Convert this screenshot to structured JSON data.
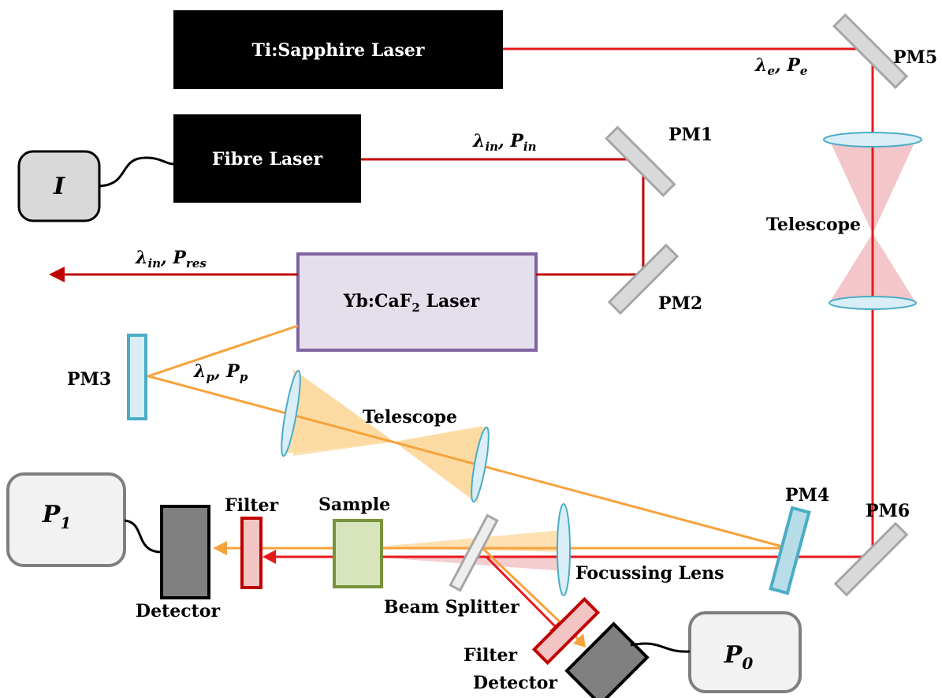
{
  "diagram": {
    "ti_sapphire_laser": "Ti:Sapphire Laser",
    "fibre_laser": "Fibre Laser",
    "yb_laser_main": "Yb:CaF",
    "yb_laser_sub": "2",
    "yb_laser_tail": " Laser",
    "current_meter": "I",
    "power_meter_1": {
      "main": "P",
      "sub": "1"
    },
    "power_meter_0": {
      "main": "P",
      "sub": "0"
    },
    "mirrors": {
      "pm1": "PM1",
      "pm2": "PM2",
      "pm3": "PM3",
      "pm4": "PM4",
      "pm5": "PM5",
      "pm6": "PM6"
    },
    "telescope_vertical": "Telescope",
    "telescope_diagonal": "Telescope",
    "sample": "Sample",
    "filter_left": "Filter",
    "filter_bottom": "Filter",
    "detector_left": "Detector",
    "detector_bottom": "Detector",
    "beam_splitter": "Beam Splitter",
    "focussing_lens": "Focussing Lens",
    "beam_labels": {
      "lambda": "λ",
      "sep": ", ",
      "p": "P",
      "e_sub": "e",
      "in_sub": "in",
      "res_sub": "res",
      "p_sub": "p"
    },
    "colors": {
      "red_beam": "#e8191c",
      "dark_red_beam": "#c00000",
      "orange_beam": "#f7a23c",
      "purple_border": "#8064a2",
      "lens_fill": "#d9eef6",
      "lens_stroke": "#4bacc6",
      "sample_fill": "#d7e4bc",
      "sample_stroke": "#77933c",
      "filter_fill": "#f2c4c4",
      "filter_stroke": "#c00000"
    }
  }
}
